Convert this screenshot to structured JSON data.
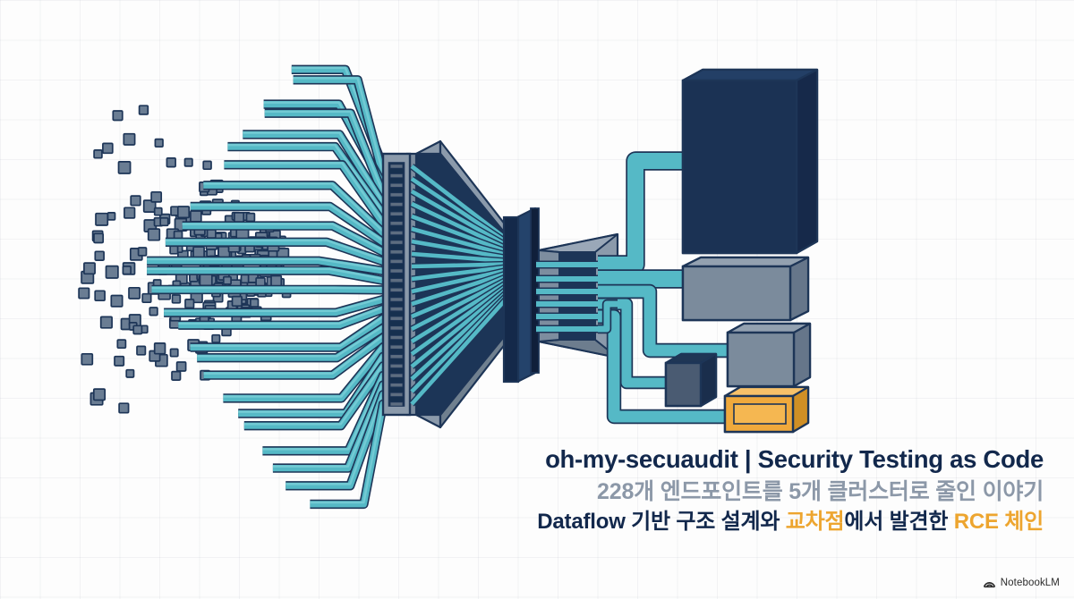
{
  "headline": {
    "line1": "oh-my-secuaudit | Security Testing as Code",
    "line2": "228개 엔드포인트를 5개 클러스터로 줄인 이야기",
    "line3_a": "Dataflow 기반 구조 설계와 ",
    "line3_highlight1": "교차점",
    "line3_b": "에서 발견한 ",
    "line3_highlight2": "RCE 체인"
  },
  "watermark": {
    "label": "NotebookLM"
  },
  "colors": {
    "title_navy": "#12284c",
    "subtitle_gray": "#8c98a8",
    "accent_orange": "#eda52f",
    "pipe_cyan": "#55b9c6",
    "pipe_cyan_light": "#79cdd6",
    "pipe_cyan_dark": "#3a9aa8",
    "node_slate": "#6a7d93",
    "node_outline": "#1d3557",
    "cluster_navy": "#1b3254",
    "cluster_gray": "#7b8b9c",
    "cluster_orange": "#f0a93c",
    "background": "#fdfdfd",
    "grid_line": "#e4e8ee"
  },
  "diagram": {
    "title": "Dataflow funnel: 228 endpoints reduced to 5 clusters",
    "source_nodes_count": 228,
    "output_clusters_count": 5,
    "stages": [
      "scattered-endpoints",
      "input-manifold",
      "funnel",
      "convergence-gate",
      "output-manifold",
      "clusters"
    ],
    "clusters": [
      {
        "id": "cluster-1",
        "color": "#1b3254",
        "size": "large"
      },
      {
        "id": "cluster-2",
        "color": "#7b8b9c",
        "size": "wide"
      },
      {
        "id": "cluster-3",
        "color": "#7b8b9c",
        "size": "medium"
      },
      {
        "id": "cluster-4",
        "color": "#4a5b72",
        "size": "small"
      },
      {
        "id": "cluster-5",
        "color": "#f0a93c",
        "size": "bar"
      }
    ]
  }
}
